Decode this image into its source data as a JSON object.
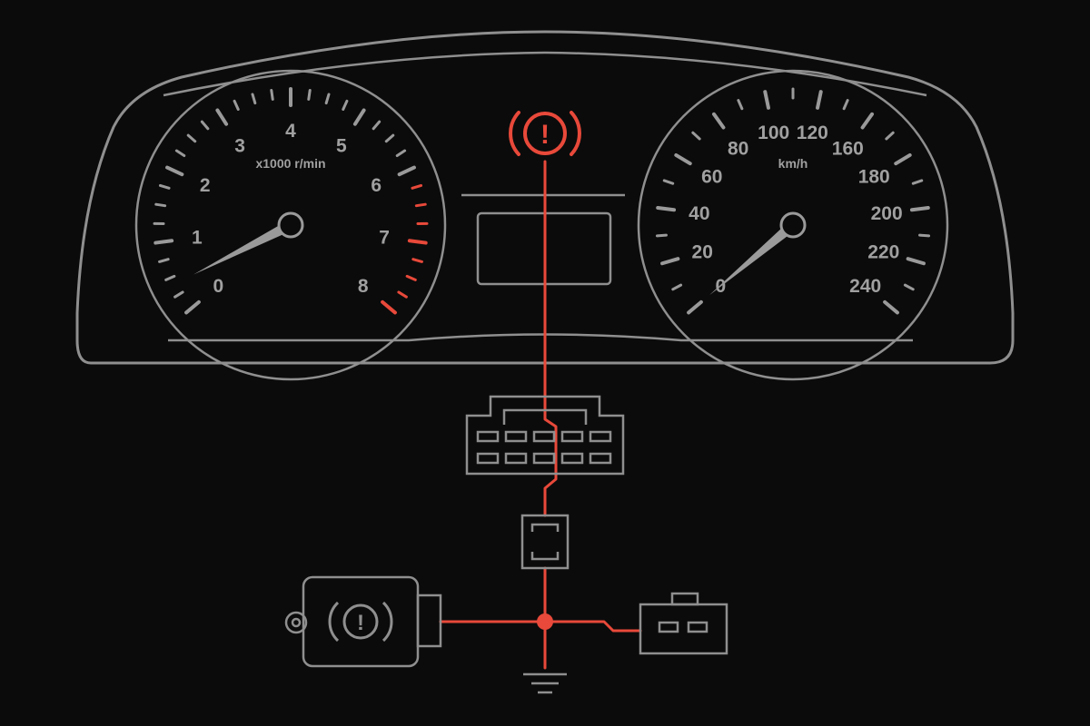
{
  "tachometer": {
    "unit_label": "x1000 r/min",
    "labels": [
      "0",
      "1",
      "2",
      "3",
      "4",
      "5",
      "6",
      "7",
      "8"
    ],
    "redline_from": 6.2,
    "needle_value": 0.4
  },
  "speedometer": {
    "unit_label": "km/h",
    "labels": [
      "0",
      "20",
      "40",
      "60",
      "80",
      "100",
      "120",
      "160",
      "180",
      "200",
      "220",
      "240"
    ],
    "needle_value": 0
  },
  "warning_lamp": {
    "icon": "brake-warning-icon",
    "glyph": "!",
    "color": "#e8493a"
  },
  "colors": {
    "outline": "#8f8f8f",
    "wire": "#e8493a",
    "background": "#0b0b0b"
  },
  "components": {
    "cluster_connector": "connector-icon",
    "fuse": "fuse-icon",
    "brake_switch": "parking-brake-switch-icon",
    "sensor_connector": "connector-icon",
    "ground": "ground-icon"
  }
}
